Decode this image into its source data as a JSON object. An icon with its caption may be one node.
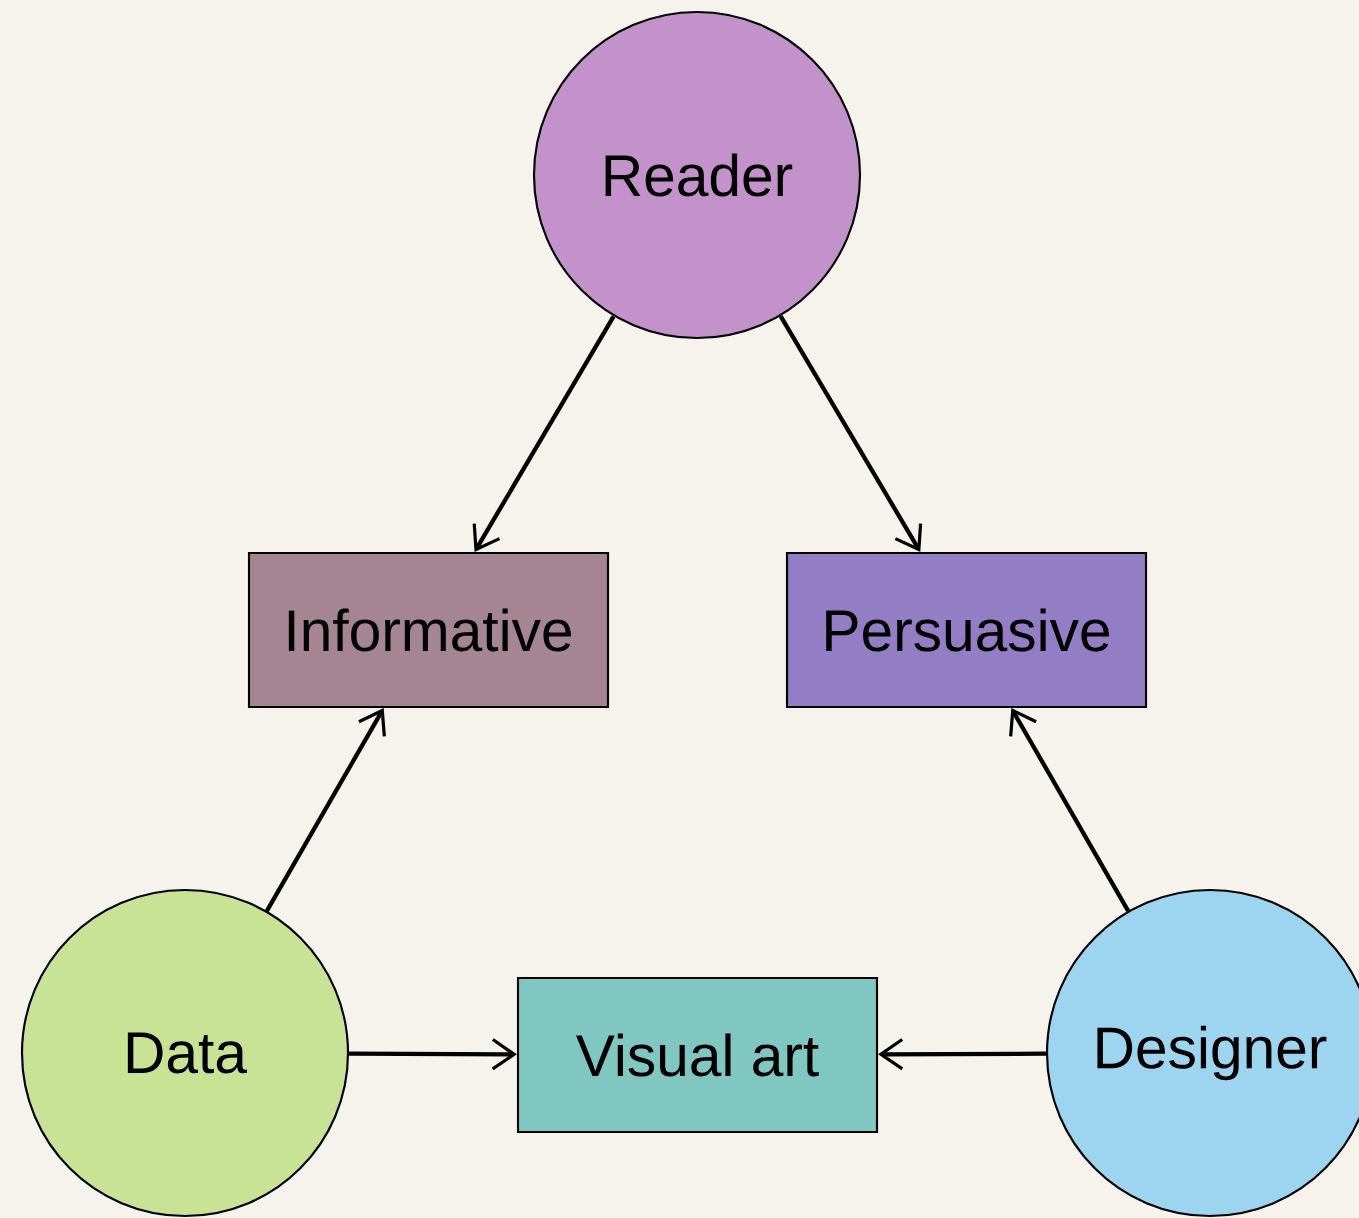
{
  "diagram": {
    "nodes": [
      {
        "text": [
          "Reader"
        ]
      },
      {
        "text": [
          "Informative"
        ]
      },
      {
        "text": [
          "Persuasive"
        ]
      },
      {
        "text": [
          "Data"
        ]
      },
      {
        "text": [
          "Visual art"
        ]
      },
      {
        "text": [
          "Designer"
        ]
      }
    ],
    "edges": [
      {
        "from": 0,
        "to": 1,
        "arrow": "to"
      },
      {
        "from": 0,
        "to": 2,
        "arrow": "to"
      },
      {
        "from": 3,
        "to": 1,
        "arrow": "to"
      },
      {
        "from": 5,
        "to": 2,
        "arrow": "to"
      },
      {
        "from": 3,
        "to": 4,
        "arrow": "to"
      },
      {
        "from": 5,
        "to": 4,
        "arrow": "to"
      }
    ]
  }
}
